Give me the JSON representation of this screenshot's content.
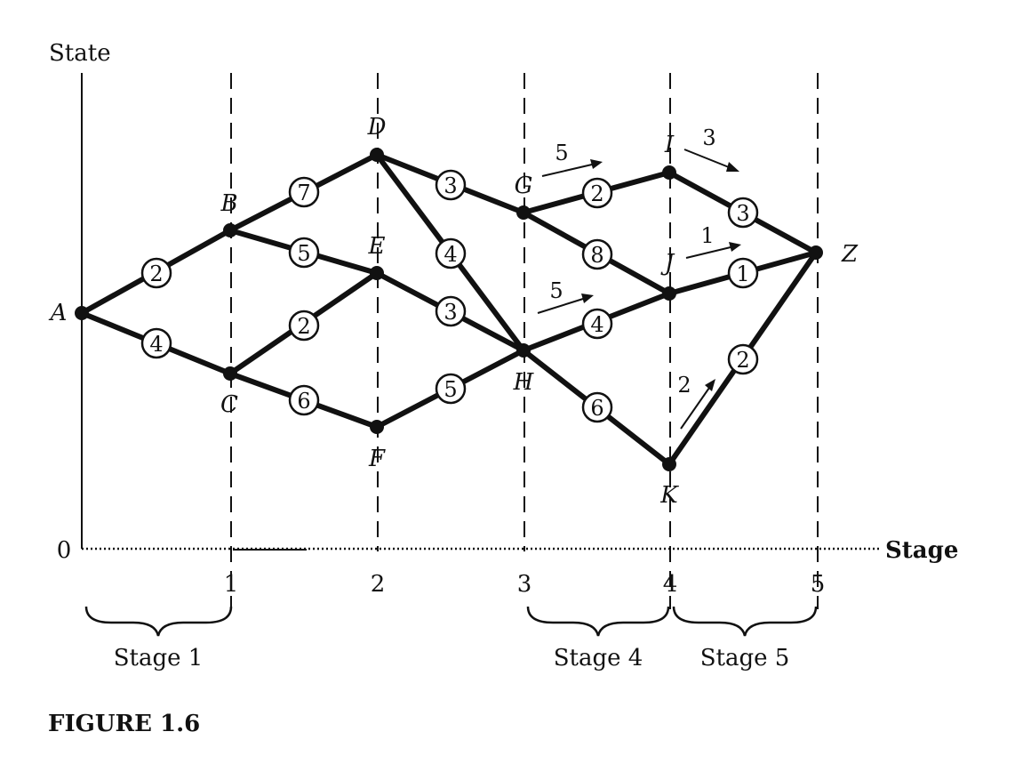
{
  "figure_caption": "FIGURE 1.6",
  "axes": {
    "y_label": "State",
    "x_label": "Stage",
    "origin_label": "0",
    "ticks": [
      "1",
      "2",
      "3",
      "4",
      "5"
    ]
  },
  "stage_braces": [
    "Stage 1",
    "Stage 4",
    "Stage 5"
  ],
  "nodes": [
    "A",
    "B",
    "C",
    "D",
    "E",
    "F",
    "G",
    "H",
    "I",
    "J",
    "K",
    "Z"
  ],
  "edges": [
    {
      "from": "A",
      "to": "B",
      "weight": "2"
    },
    {
      "from": "A",
      "to": "C",
      "weight": "4"
    },
    {
      "from": "B",
      "to": "D",
      "weight": "7"
    },
    {
      "from": "B",
      "to": "E",
      "weight": "5"
    },
    {
      "from": "C",
      "to": "E",
      "weight": "2"
    },
    {
      "from": "C",
      "to": "F",
      "weight": "6"
    },
    {
      "from": "D",
      "to": "G",
      "weight": "3"
    },
    {
      "from": "D",
      "to": "H",
      "weight": "4"
    },
    {
      "from": "E",
      "to": "H",
      "weight": "3"
    },
    {
      "from": "F",
      "to": "H",
      "weight": "5"
    },
    {
      "from": "G",
      "to": "I",
      "weight": "2"
    },
    {
      "from": "G",
      "to": "J",
      "weight": "8"
    },
    {
      "from": "H",
      "to": "J",
      "weight": "4"
    },
    {
      "from": "H",
      "to": "K",
      "weight": "6"
    },
    {
      "from": "I",
      "to": "Z",
      "weight": "3"
    },
    {
      "from": "J",
      "to": "Z",
      "weight": "1"
    },
    {
      "from": "K",
      "to": "Z",
      "weight": "2"
    }
  ],
  "annotations": [
    "5",
    "3",
    "1",
    "5",
    "2"
  ]
}
